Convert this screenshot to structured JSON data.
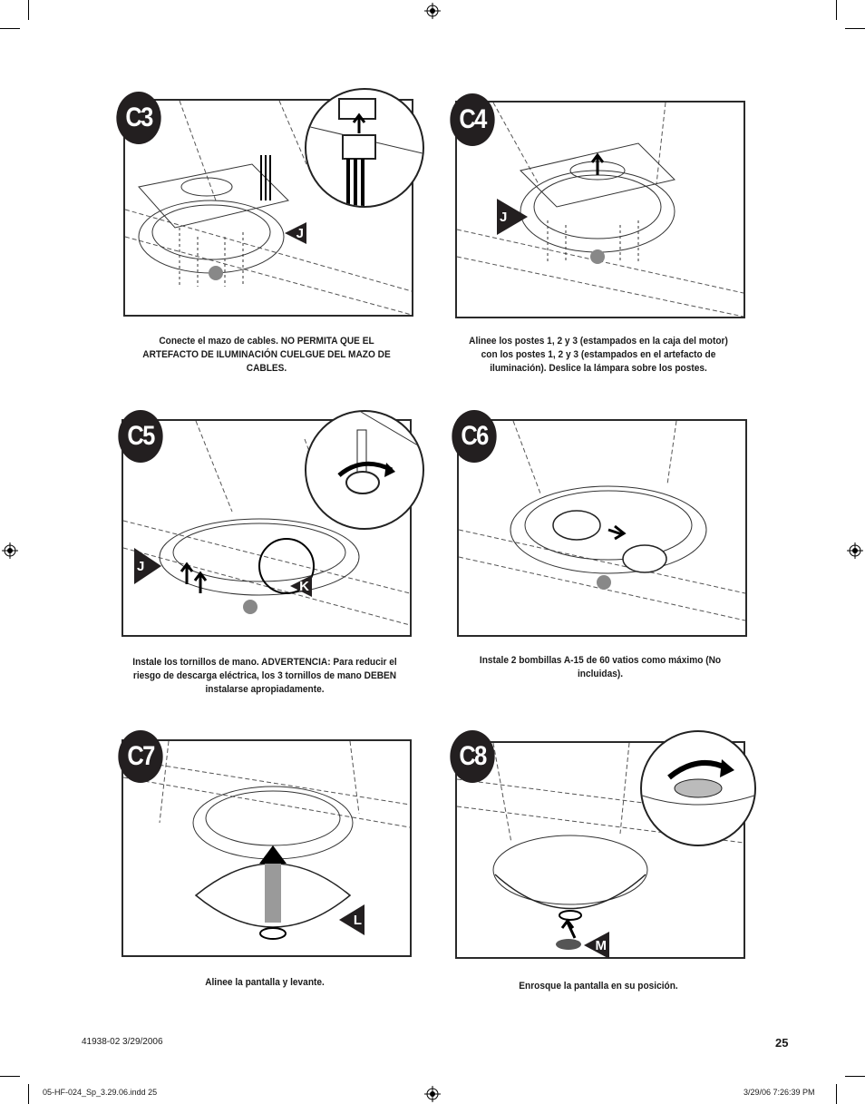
{
  "steps": [
    {
      "id": "C3",
      "caption": "Conecte el mazo de cables. NO PERMITA QUE EL ARTEFACTO DE ILUMINACIÓN CUELGUE DEL MAZO DE CABLES.",
      "tags": [
        "J"
      ]
    },
    {
      "id": "C4",
      "caption": "Alinee los postes 1, 2 y 3 (estampados en la caja del motor) con los postes 1, 2 y 3 (estampados en el artefacto de iluminación). Deslice la lámpara sobre los postes.",
      "tags": [
        "J"
      ]
    },
    {
      "id": "C5",
      "caption": "Instale los tornillos de mano. ADVERTENCIA: Para reducir el riesgo de descarga eléctrica, los 3 tornillos de mano DEBEN instalarse apropiadamente.",
      "tags": [
        "J",
        "K"
      ]
    },
    {
      "id": "C6",
      "caption": "Instale 2 bombillas A-15 de 60 vatios como máximo (No incluidas).",
      "tags": []
    },
    {
      "id": "C7",
      "caption": "Alinee la pantalla y levante.",
      "tags": [
        "L"
      ]
    },
    {
      "id": "C8",
      "caption": "Enrosque la pantalla en su posición.",
      "tags": [
        "M"
      ]
    }
  ],
  "footer": {
    "doc_id": "41938-02  3/29/2006",
    "page_number": "25",
    "slug_file": "05-HF-024_Sp_3.29.06.indd   25",
    "slug_date": "3/29/06   7:26:39 PM"
  }
}
